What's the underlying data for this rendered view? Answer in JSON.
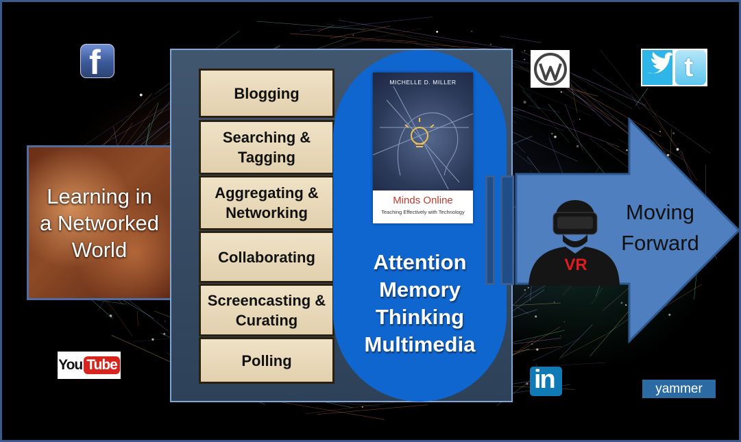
{
  "learning": {
    "text": "Learning in\na Networked\nWorld"
  },
  "tasks": [
    {
      "label": "Blogging"
    },
    {
      "label": "Searching &\nTagging"
    },
    {
      "label": "Aggregating\n& Networking"
    },
    {
      "label": "Collaborating"
    },
    {
      "label": "Screencasting\n& Curating"
    },
    {
      "label": "Polling"
    }
  ],
  "book": {
    "author": "MICHELLE D. MILLER",
    "title": "Minds Online",
    "subtitle": "Teaching Effectively with Technology"
  },
  "center": {
    "text": "Attention\nMemory\nThinking\nMultimedia"
  },
  "arrow": {
    "text": "Moving\nForward"
  },
  "vr": {
    "label": "VR"
  },
  "logos": {
    "facebook": "f",
    "twitter": "t",
    "youtube_you": "You",
    "youtube_tube": "Tube",
    "linkedin": "in",
    "yammer": "yammer"
  },
  "colors": {
    "pill": "#1066cf",
    "panel": "#41566f",
    "task_fill": "#efe2c6",
    "arrow": "#4f7fbe",
    "vr_text": "#e01c1c"
  }
}
